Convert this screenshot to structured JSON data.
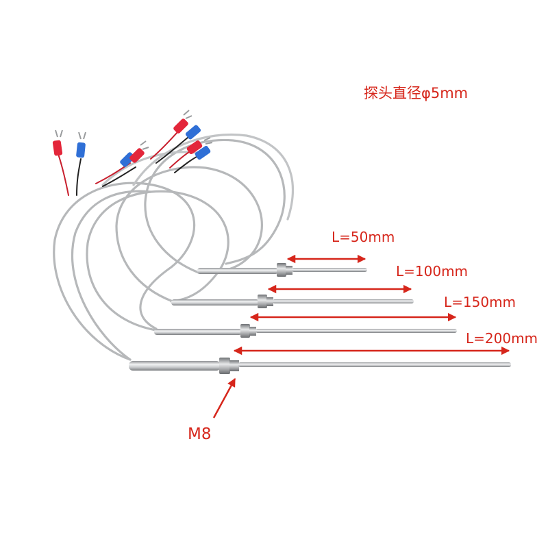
{
  "header": {
    "probe_diameter_label": "探头直径φ5mm"
  },
  "probes": [
    {
      "length_label": "L=50mm"
    },
    {
      "length_label": "L=100mm"
    },
    {
      "length_label": "L=150mm"
    },
    {
      "length_label": "L=200mm"
    }
  ],
  "thread_label": "M8",
  "colors": {
    "annotation": "#d6261b",
    "steel": "#c9cbcd",
    "cable": "#b4b6b8",
    "terminal_red": "#e3263a",
    "terminal_blue": "#2f6fd6",
    "background": "#ffffff"
  }
}
